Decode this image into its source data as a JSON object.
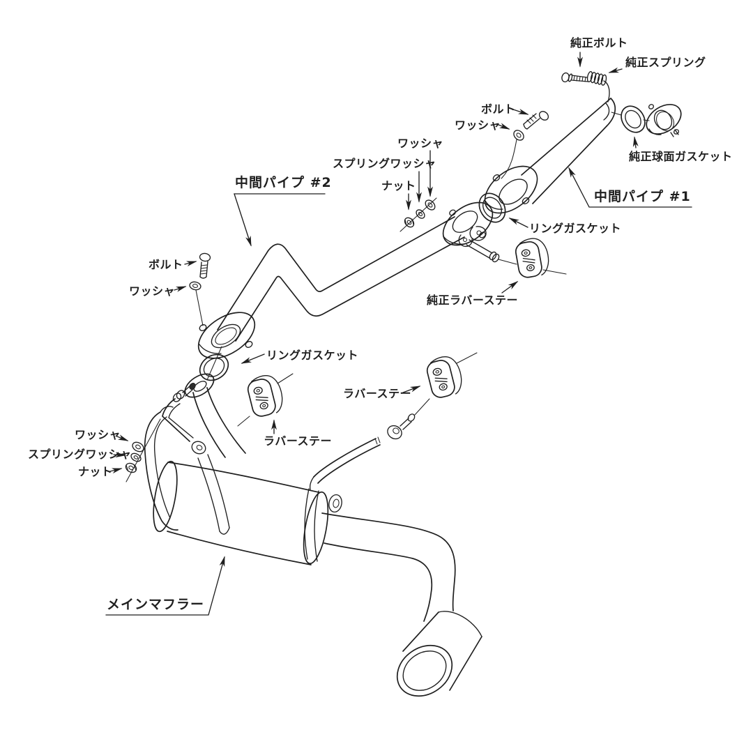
{
  "diagram": {
    "title_hidden": "",
    "colors": {
      "line": "#1f1f1f",
      "background": "#ffffff"
    },
    "labels": {
      "junsei_bolt": "純正ボルト",
      "junsei_spring": "純正スプリング",
      "bolt_upper": "ボルト",
      "washer_upper": "ワッシャ",
      "washer_mid": "ワッシャ",
      "spring_washer_mid": "スプリングワッシャ",
      "nut_mid": "ナット",
      "pipe2": "中間パイプ #2",
      "pipe1": "中間パイプ #1",
      "junsei_spherical_gasket": "純正球面ガスケット",
      "ring_gasket_upper": "リングガスケット",
      "junsei_rubber_stay": "純正ラバーステー",
      "bolt_left": "ボルト",
      "washer_left": "ワッシャ",
      "ring_gasket_lower": "リングガスケット",
      "rubber_stay_center": "ラバーステー",
      "rubber_stay_right": "ラバーステー",
      "washer_bottom": "ワッシャ",
      "spring_washer_bottom": "スプリングワッシャ",
      "nut_bottom": "ナット",
      "main_muffler": "メインマフラー"
    }
  }
}
